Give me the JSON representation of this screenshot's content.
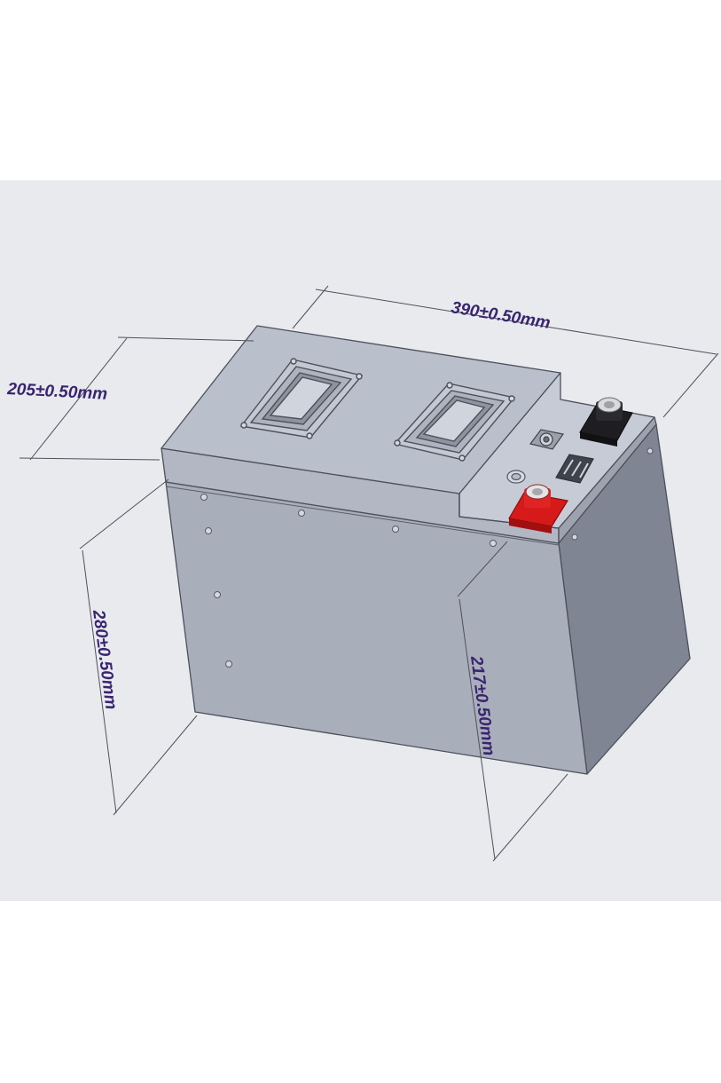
{
  "dimensions": {
    "length": "390±0.50mm",
    "width": "205±0.50mm",
    "height_total": "280±0.50mm",
    "height_body": "217±0.50mm"
  },
  "colors": {
    "panel_background": "#e8eaee",
    "page_background": "#ffffff",
    "dimension_text": "#3a2470",
    "dimension_line": "#50505a",
    "case_front": "#a9aebb",
    "case_top": "#b9bfcb",
    "case_side": "#7f8593",
    "terminal_positive": "#d61a1a",
    "terminal_negative": "#1e1e22"
  },
  "icons": {
    "positive_terminal": "red-positive-terminal-icon",
    "negative_terminal": "black-negative-terminal-icon",
    "handle": "carry-handle-icon",
    "connector": "communication-port-icon",
    "indicator": "status-indicator-icon"
  }
}
